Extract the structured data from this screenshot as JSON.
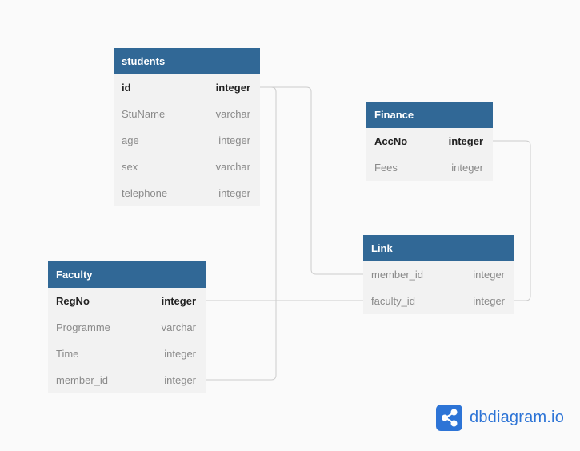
{
  "tables": {
    "students": {
      "name": "students",
      "columns": [
        {
          "name": "id",
          "type": "integer",
          "pk": true
        },
        {
          "name": "StuName",
          "type": "varchar"
        },
        {
          "name": "age",
          "type": "integer"
        },
        {
          "name": "sex",
          "type": "varchar"
        },
        {
          "name": "telephone",
          "type": "integer"
        }
      ]
    },
    "finance": {
      "name": "Finance",
      "columns": [
        {
          "name": "AccNo",
          "type": "integer",
          "pk": true
        },
        {
          "name": "Fees",
          "type": "integer"
        }
      ]
    },
    "link": {
      "name": "Link",
      "columns": [
        {
          "name": "member_id",
          "type": "integer"
        },
        {
          "name": "faculty_id",
          "type": "integer"
        }
      ]
    },
    "faculty": {
      "name": "Faculty",
      "columns": [
        {
          "name": "RegNo",
          "type": "integer",
          "pk": true
        },
        {
          "name": "Programme",
          "type": "varchar"
        },
        {
          "name": "Time",
          "type": "integer"
        },
        {
          "name": "member_id",
          "type": "integer"
        }
      ]
    }
  },
  "brand": {
    "name": "dbdiagram.io",
    "icon": "share-nodes-icon",
    "color": "#2d74d6"
  },
  "colors": {
    "header": "#316896",
    "row_bg": "#f2f2f2",
    "connector": "#cccccc"
  }
}
